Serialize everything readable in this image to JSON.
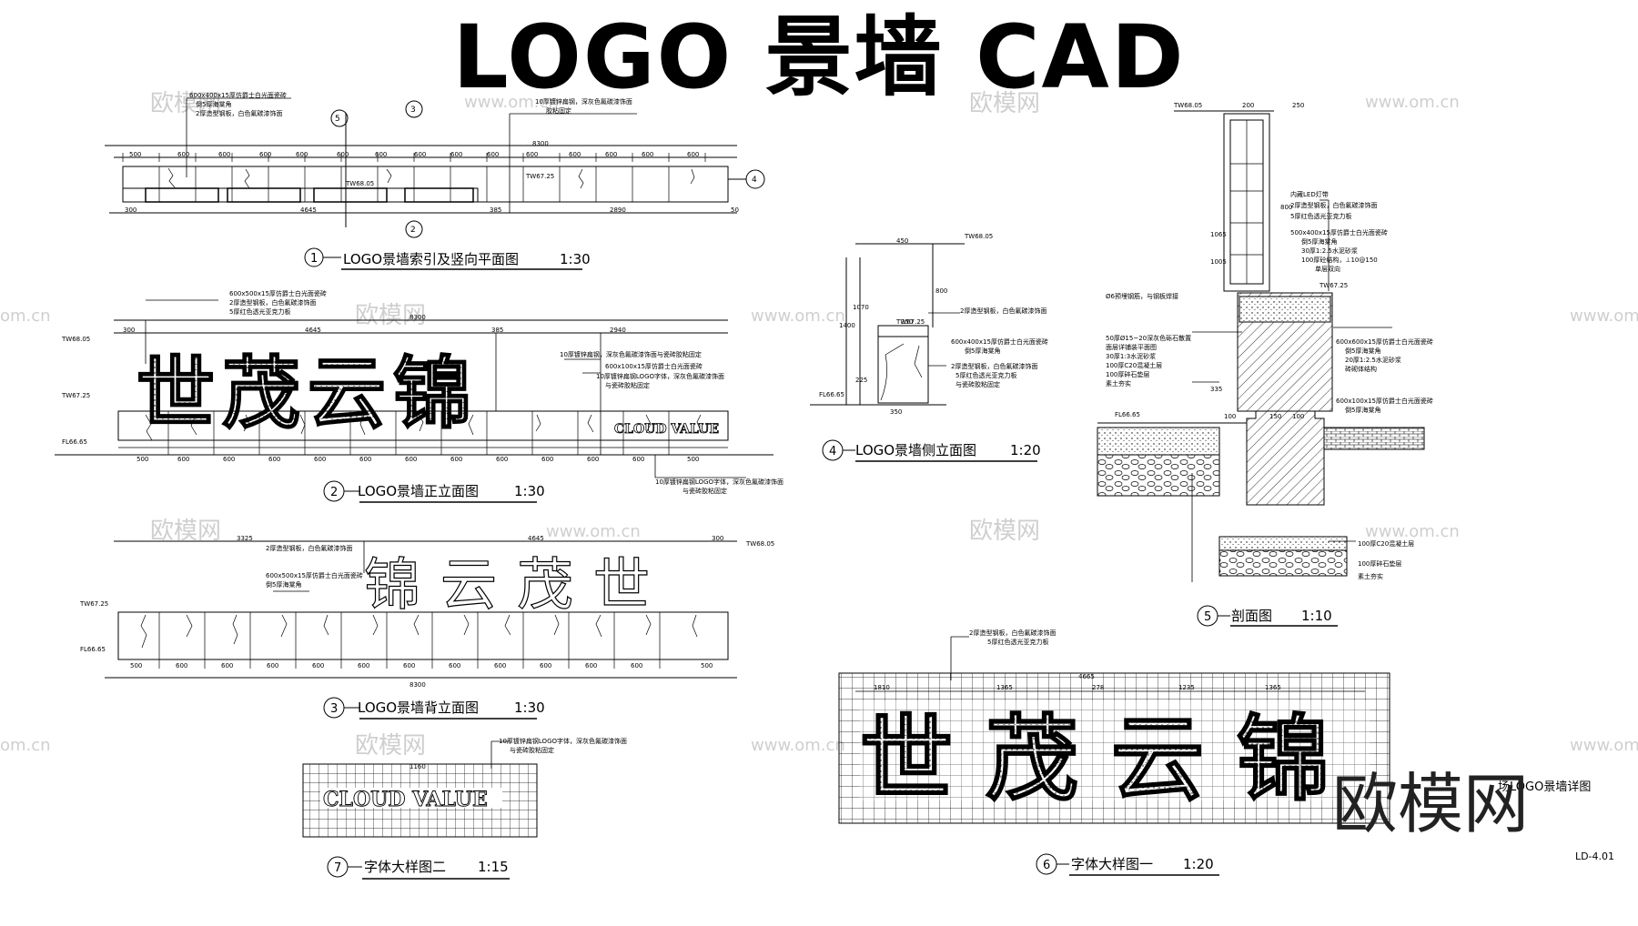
{
  "title": "LOGO 景墙 CAD",
  "sheet_code": "LD-4.01",
  "watermark": {
    "text": "欧模网",
    "url_text": "www.om.cn",
    "short": "om.cn",
    "tail": "场LOGO景墙详图"
  },
  "brand": {
    "name": "世茂云锦",
    "name_rev": "锦云茂世",
    "slogan": "CLOUD VALUE"
  },
  "views": [
    {
      "num": "1",
      "name": "LOGO景墙索引及竖向平面图",
      "scale": "1:30"
    },
    {
      "num": "2",
      "name": "LOGO景墙正立面图",
      "scale": "1:30"
    },
    {
      "num": "3",
      "name": "LOGO景墙背立面图",
      "scale": "1:30"
    },
    {
      "num": "4",
      "name": "LOGO景墙侧立面图",
      "scale": "1:20"
    },
    {
      "num": "5",
      "name": "剖面图",
      "scale": "1:10"
    },
    {
      "num": "6",
      "name": "字体大样图一",
      "scale": "1:20"
    },
    {
      "num": "7",
      "name": "字体大样图二",
      "scale": "1:15"
    }
  ],
  "levels": {
    "tw68": "TW68.05",
    "tw67": "TW67.25",
    "fl66": "FL66.65"
  },
  "dims": {
    "d8300": "8300",
    "d4645": "4645",
    "d2940": "2940",
    "d2890": "2890",
    "d385": "385",
    "d300": "300",
    "d500": "500",
    "d600": "600",
    "d50": "50",
    "d450": "450",
    "d3325": "3325",
    "d800": "800",
    "d1070": "1070",
    "d1400": "1400",
    "d250": "250",
    "d350": "350",
    "d225": "225",
    "d1065": "1065",
    "d1005": "1005",
    "d200": "200",
    "d100": "100",
    "d335": "335",
    "d150": "150",
    "d1810": "1810",
    "d1365": "1365",
    "d1235": "1235",
    "d278": "278",
    "d4665": "4665",
    "d1160": "1160"
  },
  "notes": {
    "n1": "600x400x15厚仿爵士白光面瓷砖",
    "n2": "倒5厚海棠角",
    "n3": "2厚造型钢板，白色氟碳漆饰面",
    "n4": "10厚镀锌扁钢，深灰色氟碳漆饰面",
    "n5": "胶粘固定",
    "n6": "600x500x15厚仿爵士白光面瓷砖",
    "n7": "5厚红色透光亚克力板",
    "n8": "10厚镀锌扁钢，深灰色氟碳漆饰面与瓷砖胶粘固定",
    "n9": "600x100x15厚仿爵士白光面瓷砖",
    "n10": "10厚镀锌扁钢LOGO字体，深灰色氟碳漆饰面",
    "n11": "与瓷砖胶粘固定",
    "n12": "600x400x15厚仿爵士白光面瓷砖",
    "n13": "内藏LED灯带",
    "n14": "500x400x15厚仿爵士白光面瓷砖",
    "n15": "30厚1:2.5水泥砂浆",
    "n16": "100厚砼结构，⊥10@150",
    "n17": "单层双向",
    "n18": "Ø6预埋钢筋，与钢板焊接",
    "n19": "50厚Ø15~20深灰色砾石散置",
    "n20": "面层详铺装平面图",
    "n21": "30厚1:3水泥砂浆",
    "n22": "100厚C20混凝土层",
    "n23": "100厚碎石垫层",
    "n24": "素土夯实",
    "n25": "600x600x15厚仿爵士白光面瓷砖",
    "n26": "20厚1:2.5水泥砂浆",
    "n27": "砖砌体结构",
    "n28": "600x100x15厚仿爵士白光面瓷砖"
  }
}
